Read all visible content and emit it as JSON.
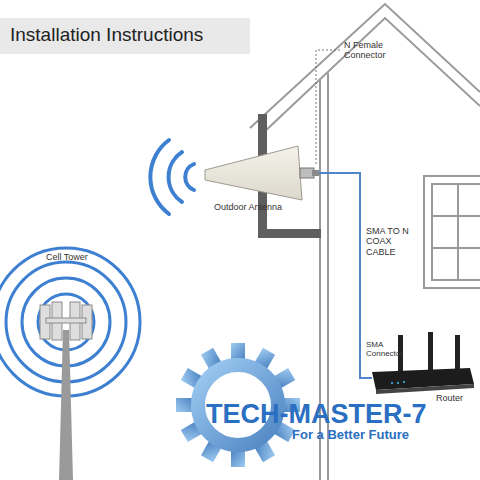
{
  "diagram": {
    "title": "Installation Instructions",
    "labels": [
      "N Female Connector",
      "Outdoor Antenna",
      "SMA TO N COAX CABLE",
      "Cell Tower",
      "SMA Connector",
      "Router",
      "TECH-MASTER-7",
      "For a Better Future"
    ]
  }
}
